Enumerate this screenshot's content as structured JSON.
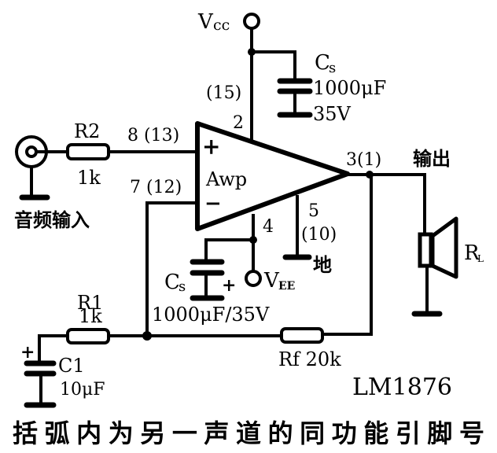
{
  "title": "LM1876",
  "caption": "括弧内为另一声道的同功能引脚号",
  "amplifier": {
    "label": "Awp",
    "plus": "+",
    "minus": "−"
  },
  "supply": {
    "vcc": {
      "main": "V",
      "sub": "cc"
    },
    "vee": {
      "main": "V",
      "sub": "EE"
    }
  },
  "pins": {
    "noninv": "8 (13)",
    "inv": "7 (12)",
    "vcc_pin_alt": "(15)",
    "vcc_pin": "2",
    "output": "3(1)",
    "vee_pin": "4",
    "gnd_pin": "5",
    "gnd_pin_alt": "(10)"
  },
  "labels": {
    "input": "音频输入",
    "output": "输出",
    "ground": "地"
  },
  "components": {
    "r2": {
      "name": "R2",
      "value": "1k"
    },
    "r1": {
      "name": "R1",
      "value": "1k"
    },
    "rf": {
      "label": "Rf 20k"
    },
    "c1": {
      "name": "C1",
      "value": "10μF"
    },
    "cs_top": {
      "name_main": "C",
      "name_sub": "s",
      "value": "1000μF",
      "voltage": "35V"
    },
    "cs_bottom": {
      "name_main": "C",
      "name_sub": "s",
      "rating": "1000μF/35V",
      "polarity": "+"
    },
    "c1_polarity": "+",
    "load": {
      "main": "R",
      "sub": "L"
    }
  }
}
